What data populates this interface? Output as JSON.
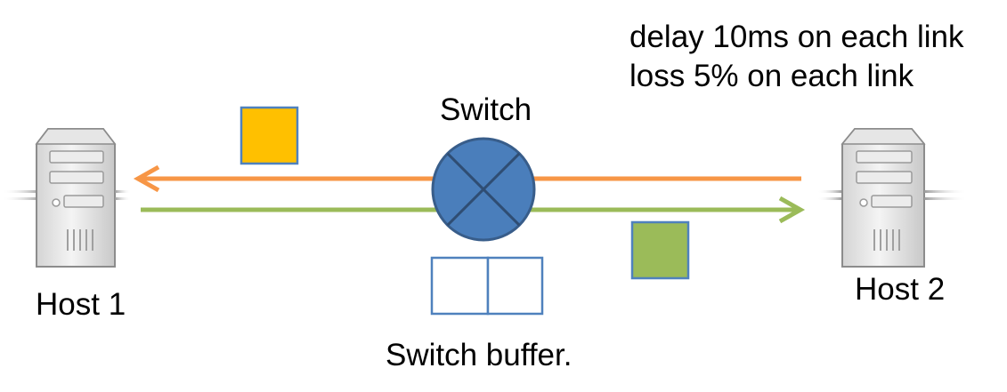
{
  "notes": {
    "delay": "delay 10ms on each link",
    "loss": "loss 5% on each link"
  },
  "switch": {
    "label": "Switch",
    "color": "#4a7ebb",
    "border_color": "#385d8a"
  },
  "hosts": [
    {
      "label": "Host 1"
    },
    {
      "label": "Host 2"
    }
  ],
  "buffer": {
    "label": "Switch buffer.",
    "slots": 2,
    "border_color": "#4f81bd"
  },
  "links": {
    "reverse_color": "#f79646",
    "forward_color": "#9bbb59"
  },
  "packets": {
    "reverse_packet_color": "#ffc000",
    "forward_packet_color": "#9bbb59"
  }
}
